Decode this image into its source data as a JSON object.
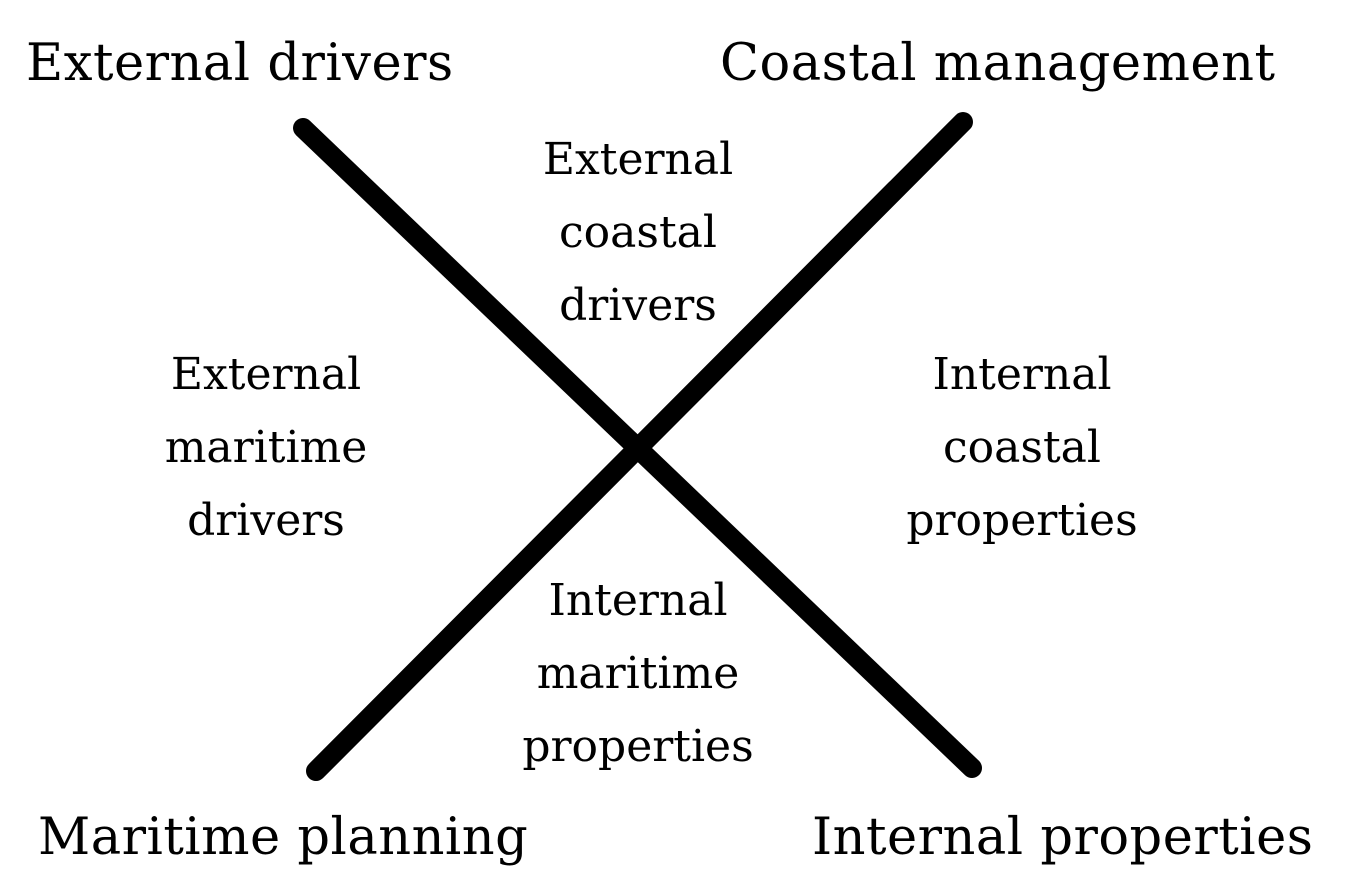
{
  "corners": {
    "top_left": "External drivers",
    "top_right": "Coastal management",
    "bottom_left": "Maritime planning",
    "bottom_right": "Internal properties"
  },
  "quadrants": {
    "top": [
      "External",
      "coastal",
      "drivers"
    ],
    "left": [
      "External",
      "maritime",
      "drivers"
    ],
    "right": [
      "Internal",
      "coastal",
      "properties"
    ],
    "bottom": [
      "Internal",
      "maritime",
      "properties"
    ]
  },
  "line_color": "#000000"
}
